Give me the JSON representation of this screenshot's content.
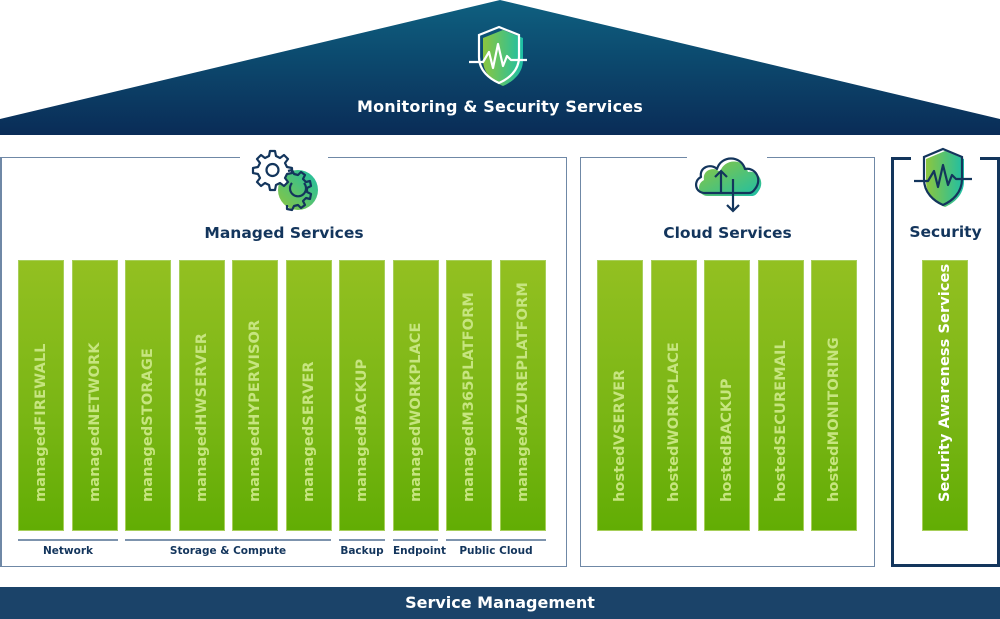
{
  "roof": {
    "title": "Monitoring & Security Services",
    "icon": "shield-pulse-icon"
  },
  "managed": {
    "title": "Managed Services",
    "icon": "gears-icon",
    "pillars": [
      "managedFIREWALL",
      "managedNETWORK",
      "managedSTORAGE",
      "managedHWSERVER",
      "managedHYPERVISOR",
      "managedSERVER",
      "managedBACKUP",
      "managedWORKPLACE",
      "managedM365PLATFORM",
      "managedAZUREPLATFORM"
    ],
    "groups": [
      "Network",
      "Storage & Compute",
      "Backup",
      "Endpoint",
      "Public Cloud"
    ]
  },
  "cloud": {
    "title": "Cloud Services",
    "icon": "cloud-sync-icon",
    "pillars": [
      "hostedVSERVER",
      "hostedWORKPLACE",
      "hostedBACKUP",
      "hostedSECUREMAIL",
      "hostedMONITORING"
    ]
  },
  "security": {
    "title": "Security",
    "icon": "shield-pulse-icon",
    "pillars": [
      "Security Awareness Services"
    ]
  },
  "footer": {
    "title": "Service Management"
  },
  "colors": {
    "navy": "#13355c",
    "roof_top": "#0e5a78",
    "roof_bottom": "#0b2f5a",
    "pillar_green": "#78b514",
    "pillar_text": "#c6e57f",
    "footer": "#1b4369",
    "accent_teal": "#1dbfa6"
  }
}
